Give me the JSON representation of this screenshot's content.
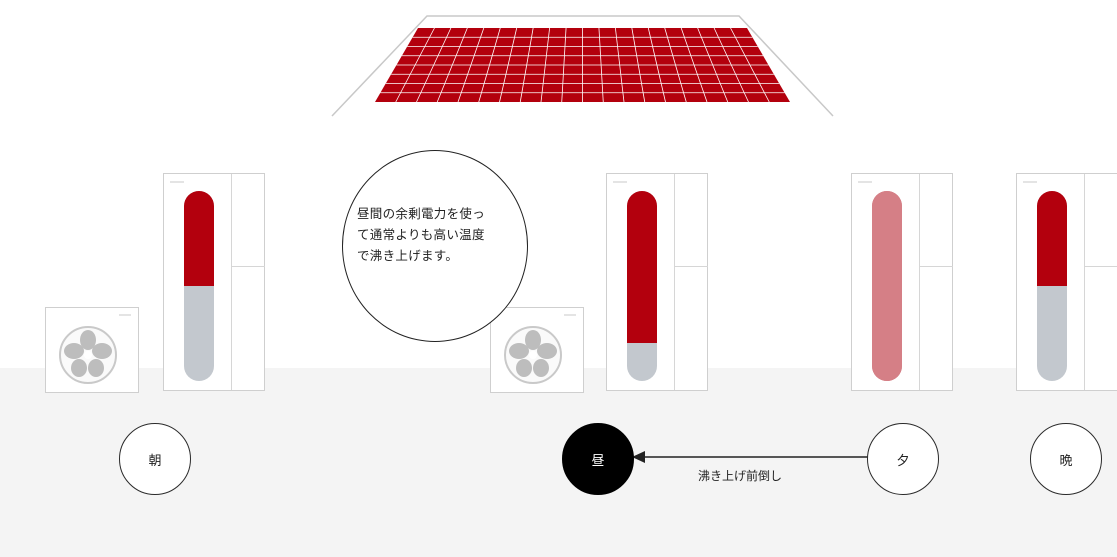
{
  "bubble": {
    "lines": [
      "昼間の余剰電力を使っ",
      "て通常よりも高い温度",
      "で沸き上げます。"
    ]
  },
  "timeline": {
    "nodes": [
      {
        "label": "朝"
      },
      {
        "label": "昼"
      },
      {
        "label": "夕"
      },
      {
        "label": "晩"
      }
    ],
    "arrow_label": "沸き上げ前倒し"
  },
  "tanks": [
    {
      "level": 0.5
    },
    {
      "level": 0.8
    },
    {
      "level": 1.0
    },
    {
      "level": 0.5
    }
  ],
  "colors": {
    "solar_red": "#b3000d",
    "hot_water": "#b3000d",
    "cold_water": "#c3c8ce",
    "faded_hot_water": "#d57f86"
  }
}
